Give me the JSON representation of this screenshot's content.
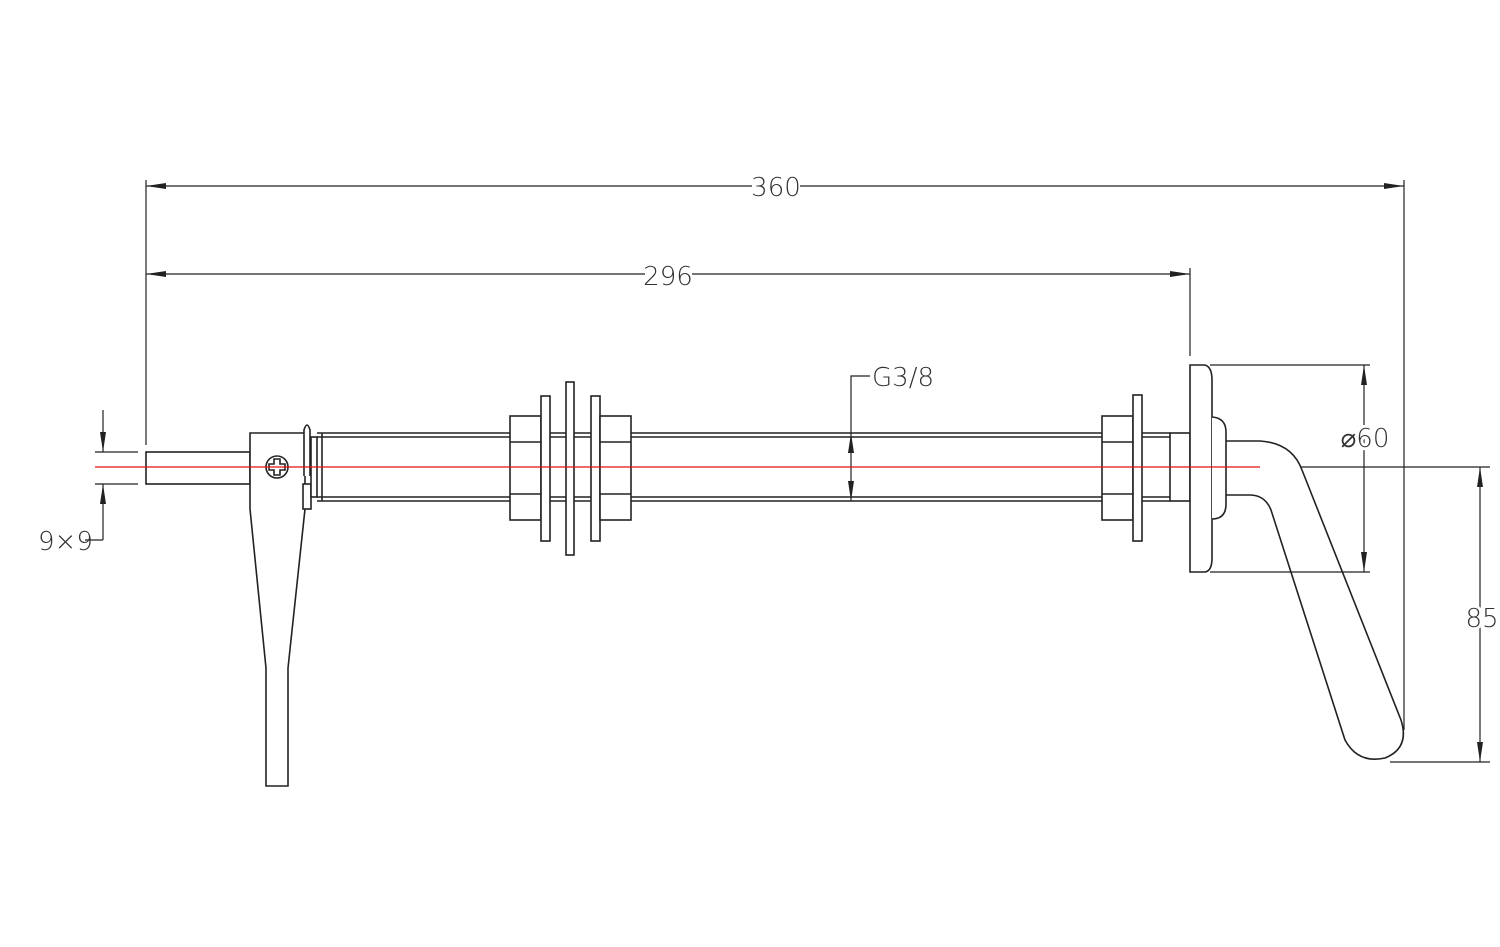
{
  "dimensions": {
    "overall_length": "360",
    "body_length": "296",
    "thread": "G3/8",
    "flange_diameter": "⌀60",
    "spout_drop": "85",
    "square_shaft": "9×9"
  },
  "colors": {
    "line": "#222222",
    "centerline": "#e01010"
  }
}
